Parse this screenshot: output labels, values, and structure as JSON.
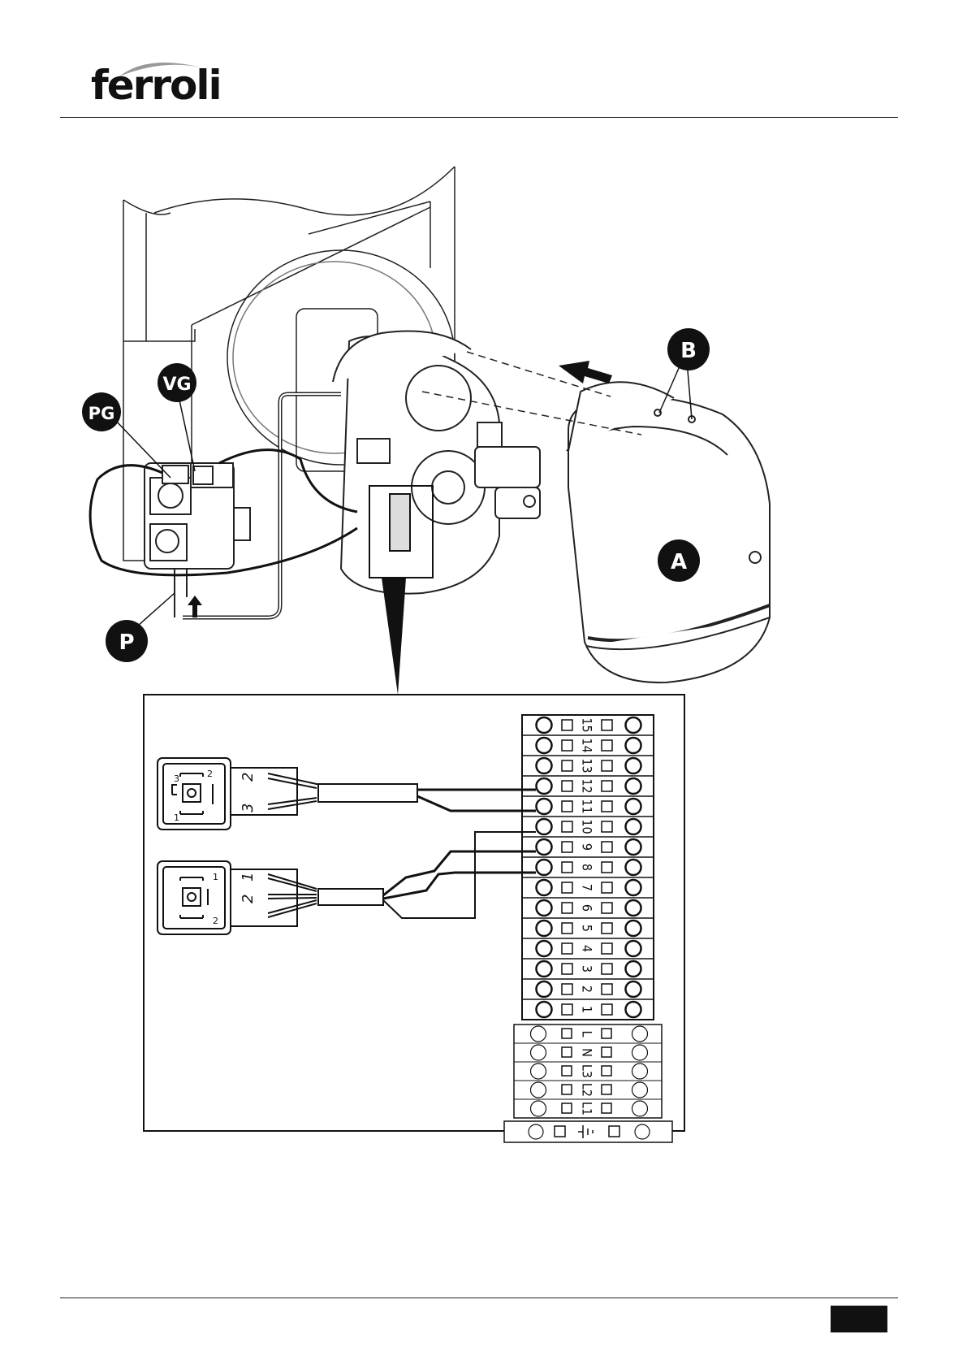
{
  "brand": {
    "name": "ferroli"
  },
  "callouts": {
    "b": "B",
    "vg": "VG",
    "pg": "PG",
    "a": "A",
    "p": "P"
  },
  "terminal_block": {
    "numbered": [
      "15",
      "14",
      "13",
      "12",
      "11",
      "10",
      "9",
      "8",
      "7",
      "6",
      "5",
      "4",
      "3",
      "2",
      "1"
    ],
    "power": [
      "L",
      "N",
      "L3",
      "L2",
      "L1"
    ]
  },
  "connector_top": {
    "pins": [
      "3",
      "2",
      "1"
    ],
    "wire_labels": [
      "2",
      "3"
    ]
  },
  "connector_bottom": {
    "pins": [
      "1",
      "2"
    ],
    "wire_labels": [
      "1",
      "2"
    ]
  }
}
